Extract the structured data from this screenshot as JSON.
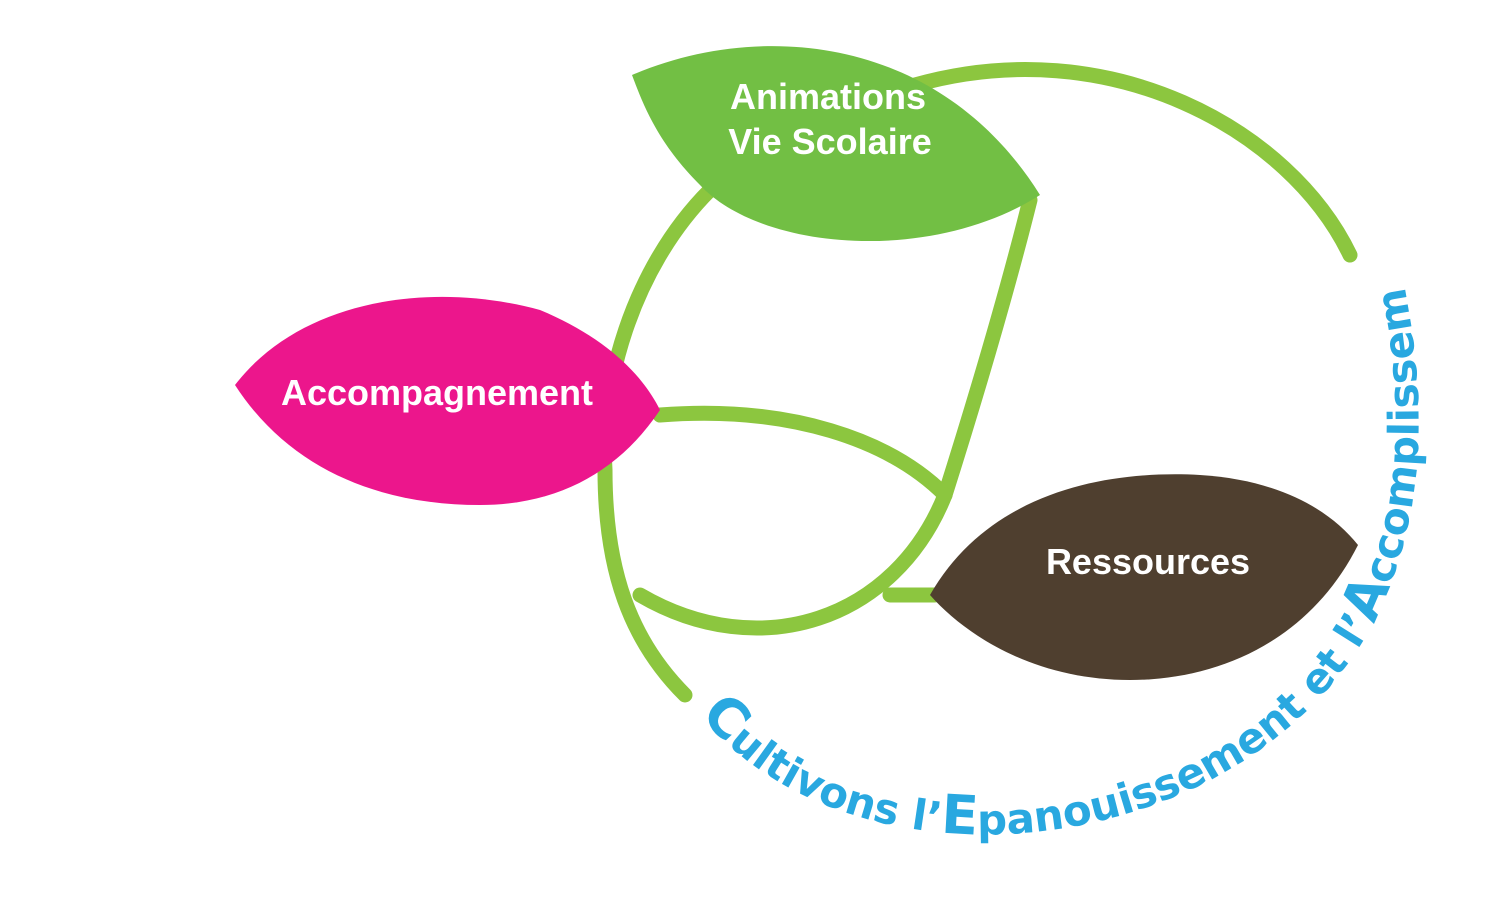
{
  "colors": {
    "stem": "#8cc63f",
    "leaf_animations": "#72bf44",
    "leaf_accompagnement": "#ec168c",
    "leaf_ressources": "#4f3f2f",
    "motto": "#29a8e0",
    "leaf_text": "#ffffff"
  },
  "leaves": {
    "accompagnement": {
      "label": "Accompagnement"
    },
    "animations": {
      "line1": "Animations",
      "line2": "Vie Scolaire"
    },
    "ressources": {
      "label": "Ressources"
    }
  },
  "motto": {
    "parts": [
      {
        "text": "C",
        "emphasis": true
      },
      {
        "text": "ultivons l’",
        "emphasis": false
      },
      {
        "text": "E",
        "emphasis": true
      },
      {
        "text": "panouissement et l’",
        "emphasis": false
      },
      {
        "text": "A",
        "emphasis": true
      },
      {
        "text": "ccomplissement",
        "emphasis": false
      }
    ]
  }
}
